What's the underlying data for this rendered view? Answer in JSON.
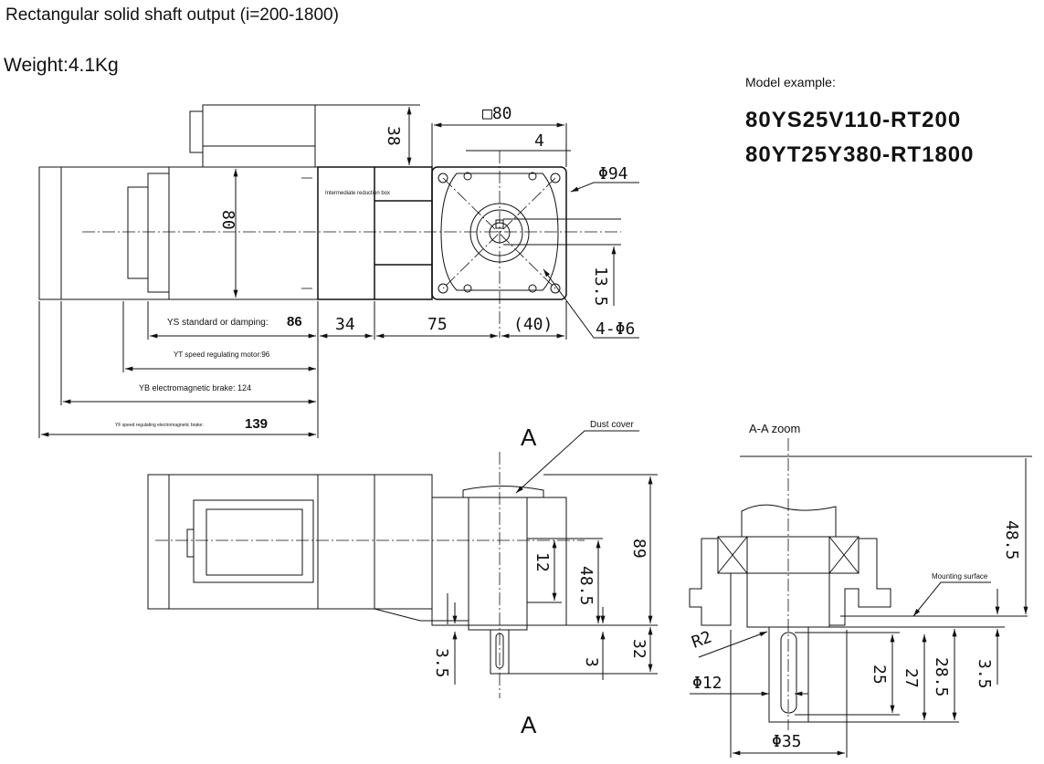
{
  "title": "Rectangular solid shaft output (i=200-1800)",
  "weight": "Weight:4.1Kg",
  "model": {
    "label": "Model example:",
    "examples": [
      "80YS25V110-RT200",
      "80YT25Y380-RT1800"
    ]
  },
  "colors": {
    "motor": "#dcdcdc",
    "reduction_box": "#2db36b",
    "gearhead_flange": "#a8d8a8"
  },
  "top_view": {
    "reduction_box_label": "Intermediate reduction box",
    "dims": {
      "height": "80",
      "terminal_box": "38",
      "square": "□80",
      "key": "4",
      "pcd": "Φ94",
      "offset": "13.5",
      "holes": "4-Φ6",
      "d34": "34",
      "d75": "75",
      "d40": "(40)"
    },
    "lengths": [
      {
        "label": "YS standard or damping:",
        "value": "86"
      },
      {
        "label": "YT speed regulating motor:96",
        "value": ""
      },
      {
        "label": "YB electromagnetic brake: 124",
        "value": ""
      },
      {
        "label": "YF speed regulating electromagnetic brake:",
        "value": "139"
      }
    ]
  },
  "front_view": {
    "section_mark": "A",
    "dust_cover": "Dust cover",
    "dims": {
      "h89": "89",
      "h48_5": "48.5",
      "h12": "12",
      "h32": "32",
      "h3": "3",
      "h3_5": "3.5"
    }
  },
  "section_view": {
    "title": "A-A zoom",
    "mounting_surface": "Mounting surface",
    "dims": {
      "h48_5": "48.5",
      "r2": "R2",
      "d12": "Φ12",
      "d35": "Φ35",
      "l25": "25",
      "l27": "27",
      "l28_5": "28.5",
      "h3_5": "3.5"
    }
  }
}
